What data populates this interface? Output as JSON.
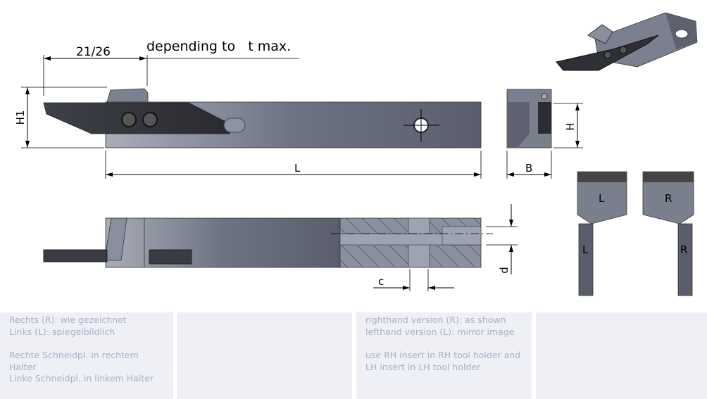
{
  "drawing": {
    "dim_insert_length": "21/26",
    "note": "depending to   t max.",
    "dim_h1": "H1",
    "dim_l": "L",
    "dim_b": "B",
    "dim_h": "H",
    "dim_c": "c",
    "dim_d": "d",
    "left_insert_label": "L",
    "right_insert_label": "R",
    "left_shank_label": "L",
    "right_shank_label": "R"
  },
  "notes": {
    "de": {
      "line1": "Rechts (R): wie gezeichnet",
      "line2": "Links (L): spiegelbildlich",
      "line3": "Rechte Schneidpl. in rechtem Halter",
      "line4": "Linke Schneidpl. in linkem Halter"
    },
    "en": {
      "line1": "righthand version (R): as shown",
      "line2": "lefthand version (L): mirror image",
      "line3": "use RH insert in RH tool holder and",
      "line4": "LH insert in LH tool holder"
    }
  }
}
